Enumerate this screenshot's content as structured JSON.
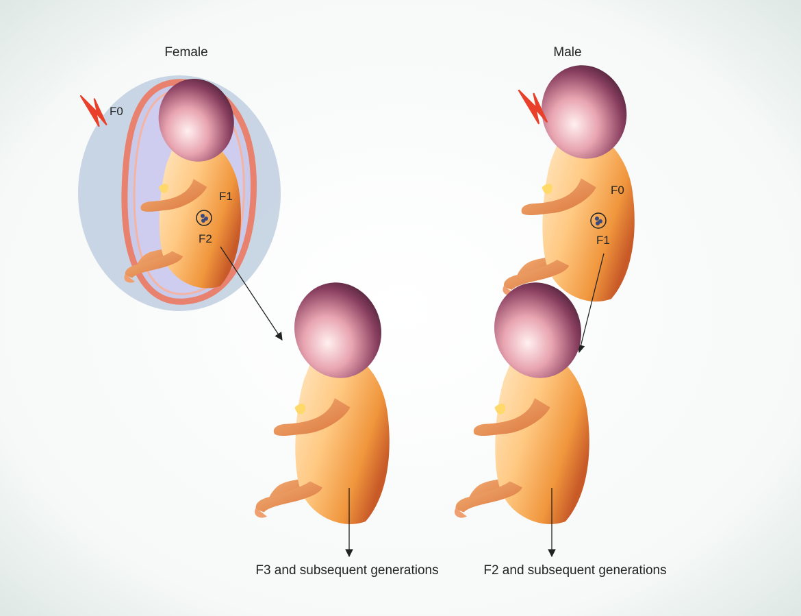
{
  "female": {
    "heading": "Female",
    "exposed_generation": "F0",
    "fetus_generation": "F1",
    "germ_cell_generation": "F2",
    "offspring_label": "F2",
    "subsequent": "F3 and subsequent generations"
  },
  "male": {
    "heading": "Male",
    "exposed_generation": "F0",
    "germ_cell_generation": "F1",
    "offspring_label": "F1",
    "subsequent": "F2 and subsequent generations"
  },
  "colors": {
    "exposure_bolt": "#e8402a",
    "amniotic_sac": "#b8c8dc",
    "uterus_wall": "#e8826e",
    "fetus_skin_light": "#ffe0b4",
    "fetus_skin_mid": "#f5a04a",
    "fetus_head_dark": "#3a1c2c",
    "arrow": "#222222"
  }
}
